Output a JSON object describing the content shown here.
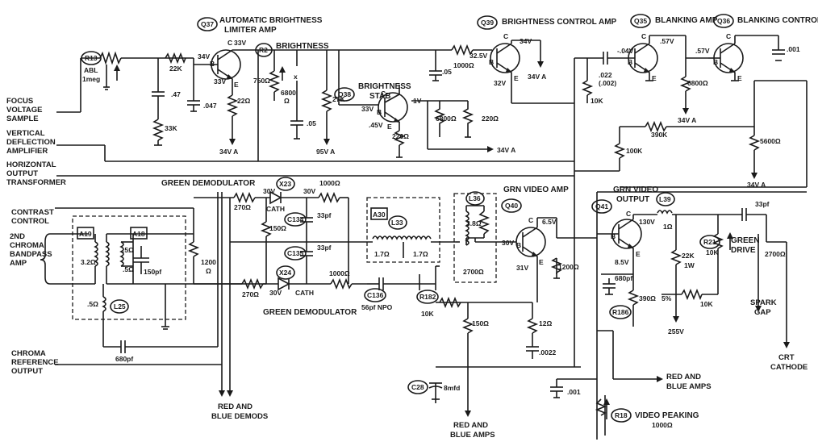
{
  "transistors": {
    "q37": {
      "ref": "Q37",
      "title1": "AUTOMATIC BRIGHTNESS",
      "title2": "LIMITER AMP",
      "c": "33V",
      "b": "34V",
      "e": "33V"
    },
    "q38": {
      "ref": "Q38",
      "title1": "BRIGHTNESS",
      "title2": "STAB",
      "c": "33V",
      "b": ".45V",
      "e": "1V"
    },
    "q39": {
      "ref": "Q39",
      "title": "BRIGHTNESS CONTROL AMP",
      "c": "34V",
      "b": "32.5V",
      "e": "32V"
    },
    "q35": {
      "ref": "Q35",
      "title": "BLANKING AMP",
      "c": ".57V",
      "b": "-.04V"
    },
    "q36": {
      "ref": "Q36",
      "title": "BLANKING CONTROL",
      "b": ".57V"
    },
    "q40": {
      "ref": "Q40",
      "title": "GRN VIDEO AMP",
      "c": "6.5V",
      "b": "30V",
      "e": "31V"
    },
    "q41": {
      "ref": "Q41",
      "title1": "GRN VIDEO",
      "title2": "OUTPUT",
      "c": "130V",
      "e": "8.5V"
    }
  },
  "controls": {
    "r13": {
      "ref": "R13",
      "line1": "ABL",
      "line2": "1meg"
    },
    "r2": {
      "ref": "R2",
      "name": "BRIGHTNESS",
      "value": "750Ω"
    },
    "r21": {
      "ref": "R21",
      "value": "10K",
      "name1": "GREEN",
      "name2": "DRIVE"
    },
    "r18": {
      "ref": "R18",
      "name": "VIDEO PEAKING",
      "value": "1000Ω"
    },
    "r182": {
      "ref": "R182",
      "value": "10K"
    },
    "r186": {
      "ref": "R186",
      "value": "390Ω",
      "tol": "5%"
    }
  },
  "modules": {
    "a19": "A19",
    "a18": "A18",
    "a30": "A30",
    "l25": "L25",
    "l33": "L33",
    "l36": "L36",
    "l39": "L39",
    "x23": "X23",
    "x24": "X24",
    "c134": "C134",
    "c135": "C135",
    "c136": "C136",
    "c28": "C28"
  },
  "inputs": {
    "focus": [
      "FOCUS",
      "VOLTAGE",
      "SAMPLE"
    ],
    "vertical": [
      "VERTICAL",
      "DEFLECTION",
      "AMPLIFIER"
    ],
    "horizontal": [
      "HORIZONTAL",
      "OUTPUT",
      "TRANSFORMER"
    ],
    "contrast": [
      "CONTRAST",
      "CONTROL"
    ],
    "chroma2": [
      "2ND",
      "CHROMA",
      "BANDPASS",
      "AMP"
    ],
    "chromaref": [
      "CHROMA",
      "REFERENCE",
      "OUTPUT"
    ]
  },
  "outputs": {
    "redblue_demods": [
      "RED AND",
      "BLUE DEMODS"
    ],
    "redblue_amps_bottom": [
      "RED AND",
      "BLUE AMPS"
    ],
    "redblue_amps_right": [
      "RED AND",
      "BLUE AMPS"
    ],
    "spark": [
      "SPARK",
      "GAP"
    ],
    "crt": [
      "CRT",
      "CATHODE"
    ]
  },
  "stages": {
    "green_demod_top": "GREEN DEMODULATOR",
    "green_demod_bottom": "GREEN DEMODULATOR"
  },
  "values": {
    "r22k": "22K",
    "c47a": ".47",
    "c047": ".047",
    "r33k": "33K",
    "r22": "22Ω",
    "r6800a1": "6800",
    "r6800a2": "Ω",
    "c05a": ".05",
    "r27k": "27K",
    "r6800b": "6800Ω",
    "r220a": "220Ω",
    "r220b": "220Ω",
    "c05b": ".05",
    "r1000a": "1000Ω",
    "r10ka": "10K",
    "c022": ".022",
    "c002": "(.002)",
    "r6800c": "6800Ω",
    "c001a": ".001",
    "r390k": "390K",
    "r100k": "100K",
    "r5600": "5600Ω",
    "r270a": "270Ω",
    "r150a": "150Ω",
    "r1000b": "1000Ω",
    "r1000c": "1000Ω",
    "r270b": "270Ω",
    "r1200a": "1200",
    "r1200b": "Ω",
    "c33pa": "33pf",
    "c33pb": "33pf",
    "c33pc": "33pf",
    "c56": "56pf  NPO",
    "c150pf": "150pf",
    "c680a": "680pf",
    "c680b": "680pf",
    "r5a": ".5Ω",
    "r5b": ".5Ω",
    "r5c": ".5Ω",
    "r32": "3.2Ω",
    "r17a": "1.7Ω",
    "r17b": "1.7Ω",
    "r38": "3.8Ω",
    "r2700a": "2700Ω",
    "r2700b": "2700Ω",
    "r1200c": "1200Ω",
    "r150b": "150Ω",
    "r12": "12Ω",
    "c0022": ".0022",
    "c8mfd": "8mfd",
    "c001b": ".001",
    "r22k1w1": "22K",
    "r22k1w2": "1W",
    "r10kb": "10K",
    "v255": "255V",
    "l1": "1Ω",
    "cath1": "CATH",
    "cath2": "CATH",
    "v30a": "30V",
    "v30b": "30V",
    "v30c": "30V",
    "x_mark": "x"
  },
  "supplies": {
    "q37e": "34V A",
    "r27k": "95V A",
    "q38": "34V A",
    "q39": "34V A",
    "q35": "34V  A",
    "q36": "34V  A"
  }
}
